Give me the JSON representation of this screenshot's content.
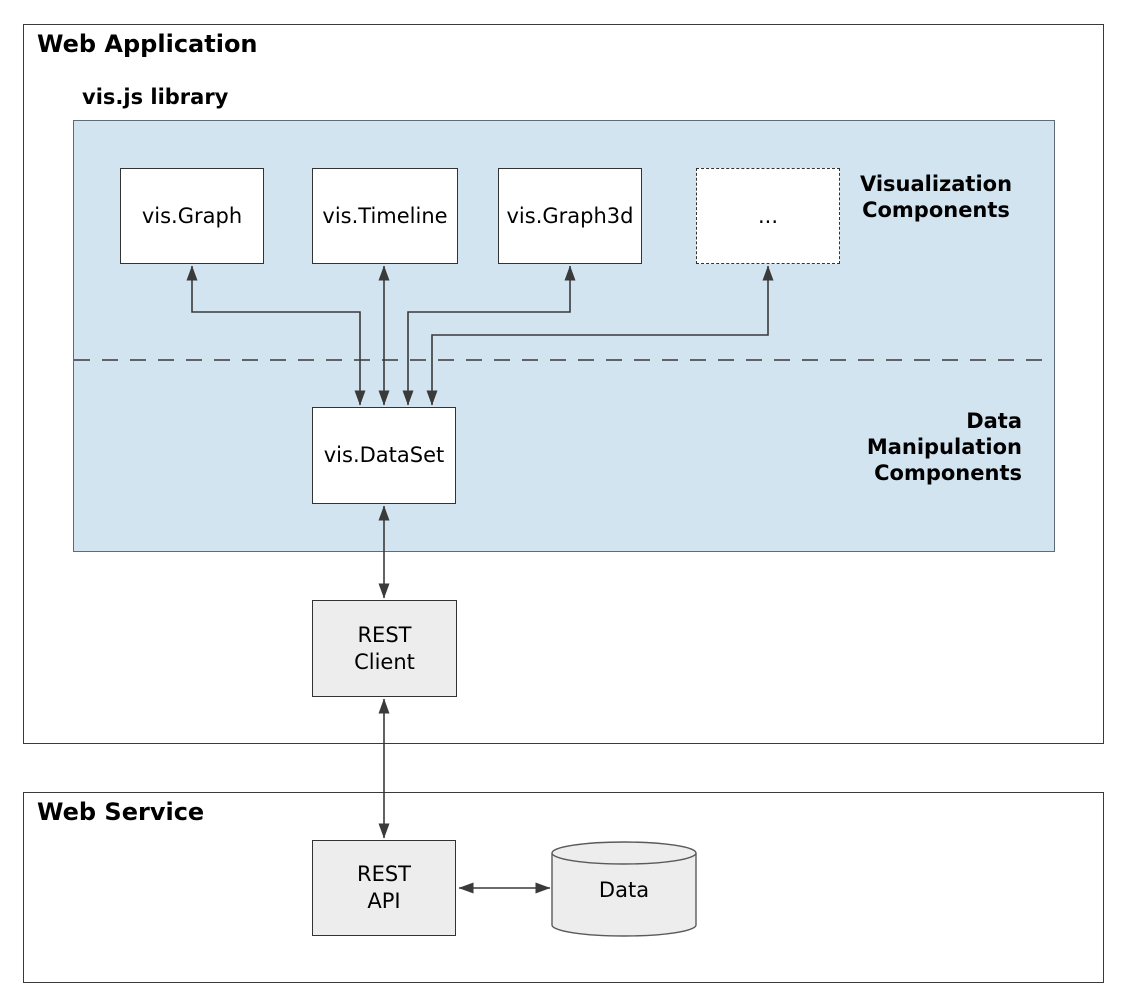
{
  "colors": {
    "panel_blue": "#d3e4f1",
    "box_gray": "#ededed",
    "line_color": "#3a3a3a",
    "border_dark": "#333333"
  },
  "web_application": {
    "title": "Web Application",
    "vis_library": {
      "title": "vis.js library",
      "visualization_label": "Visualization\nComponents",
      "data_manipulation_label": "Data\nManipulation\nComponents",
      "components": {
        "graph": "vis.Graph",
        "timeline": "vis.Timeline",
        "graph3d": "vis.Graph3d",
        "more": "...",
        "dataset": "vis.DataSet"
      }
    },
    "rest_client": "REST\nClient"
  },
  "web_service": {
    "title": "Web Service",
    "rest_api": "REST\nAPI",
    "data_store": "Data"
  }
}
